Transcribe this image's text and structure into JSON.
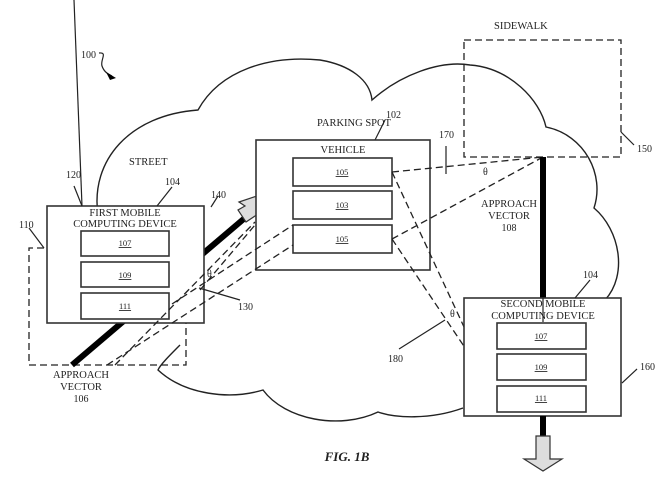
{
  "figure": {
    "caption": "FIG. 1B",
    "ref_system": "100"
  },
  "environment": {
    "street_label": "STREET",
    "sidewalk_label": "SIDEWALK",
    "sidewalk_ref": "150",
    "parking_spot_label": "PARKING SPOT",
    "parking_spot_ref": "102"
  },
  "vehicle": {
    "title": "VEHICLE",
    "components": [
      "105",
      "103",
      "105"
    ]
  },
  "first_device": {
    "title_line1": "FIRST MOBILE",
    "title_line2": "COMPUTING DEVICE",
    "ref": "104",
    "box_ref": "120",
    "zone_ref": "110",
    "components": [
      "107",
      "109",
      "111"
    ]
  },
  "second_device": {
    "title_line1": "SECOND MOBILE",
    "title_line2": "COMPUTING DEVICE",
    "ref": "104",
    "box_ref": "160",
    "components": [
      "107",
      "109",
      "111"
    ]
  },
  "vectors": {
    "approach_1_line1": "APPROACH",
    "approach_1_line2": "VECTOR",
    "approach_1_ref": "106",
    "approach_2_line1": "APPROACH",
    "approach_2_line2": "VECTOR",
    "approach_2_ref": "108",
    "arrow_ref": "140"
  },
  "angles": {
    "theta_symbol": "θ",
    "angle_ref_130": "130",
    "angle_ref_170": "170",
    "angle_ref_180": "180"
  }
}
